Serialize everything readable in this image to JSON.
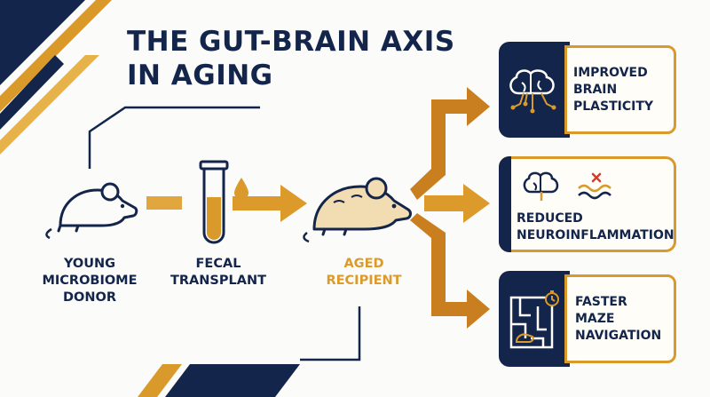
{
  "title": {
    "line1": "THE GUT-BRAIN AXIS",
    "line2": "IN AGING"
  },
  "steps": [
    {
      "id": "donor",
      "label_lines": [
        "YOUNG",
        "MICROBIOME",
        "DONOR"
      ],
      "icon": "mouse-icon"
    },
    {
      "id": "transplant",
      "label_lines": [
        "FECAL",
        "TRANSPLANT"
      ],
      "icon": "test-tube-icon"
    },
    {
      "id": "recipient",
      "label_lines": [
        "AGED",
        "RECIPIENT"
      ],
      "icon": "aged-mouse-icon"
    }
  ],
  "outcomes": [
    {
      "id": "plasticity",
      "label_lines": [
        "IMPROVED",
        "BRAIN",
        "PLASTICITY"
      ],
      "icon": "brain-circuit-icon"
    },
    {
      "id": "inflammation",
      "label_lines": [
        "REDUCED",
        "NEUROINFLAMMATION"
      ],
      "icon": "brain-wave-icon"
    },
    {
      "id": "maze",
      "label_lines": [
        "FASTER",
        "MAZE",
        "NAVIGATION"
      ],
      "icon": "maze-timer-icon"
    }
  ],
  "colors": {
    "navy": "#13254a",
    "gold": "#d99a2b",
    "light_gold": "#e7b24a",
    "background": "#fbfbf9"
  }
}
